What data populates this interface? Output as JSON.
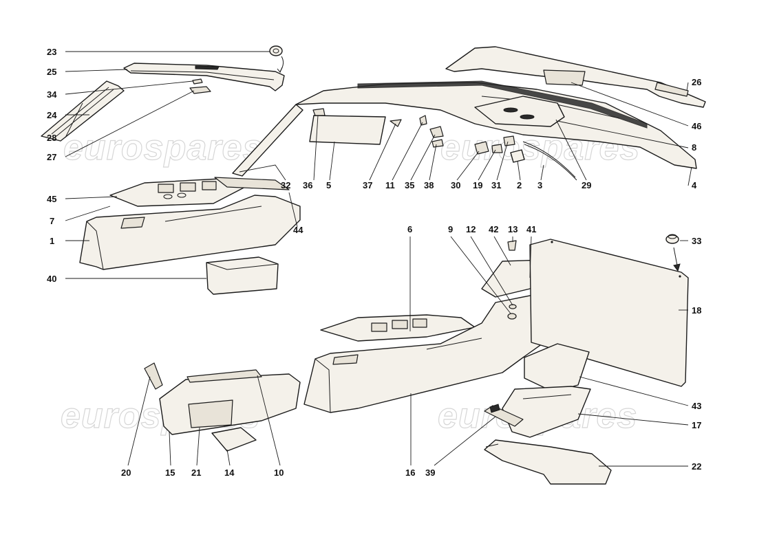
{
  "watermark": "eurospares",
  "callouts": [
    {
      "id": "23"
    },
    {
      "id": "25"
    },
    {
      "id": "34"
    },
    {
      "id": "24"
    },
    {
      "id": "28"
    },
    {
      "id": "27"
    },
    {
      "id": "45"
    },
    {
      "id": "7"
    },
    {
      "id": "1"
    },
    {
      "id": "40"
    },
    {
      "id": "32"
    },
    {
      "id": "36"
    },
    {
      "id": "5"
    },
    {
      "id": "37"
    },
    {
      "id": "11"
    },
    {
      "id": "35"
    },
    {
      "id": "38"
    },
    {
      "id": "30"
    },
    {
      "id": "19"
    },
    {
      "id": "31"
    },
    {
      "id": "2"
    },
    {
      "id": "3"
    },
    {
      "id": "29"
    },
    {
      "id": "4"
    },
    {
      "id": "8"
    },
    {
      "id": "46"
    },
    {
      "id": "26"
    },
    {
      "id": "44"
    },
    {
      "id": "6"
    },
    {
      "id": "9"
    },
    {
      "id": "12"
    },
    {
      "id": "42"
    },
    {
      "id": "13"
    },
    {
      "id": "41"
    },
    {
      "id": "33"
    },
    {
      "id": "18"
    },
    {
      "id": "43"
    },
    {
      "id": "17"
    },
    {
      "id": "22"
    },
    {
      "id": "39"
    },
    {
      "id": "16"
    },
    {
      "id": "20"
    },
    {
      "id": "15"
    },
    {
      "id": "21"
    },
    {
      "id": "14"
    },
    {
      "id": "10"
    }
  ]
}
